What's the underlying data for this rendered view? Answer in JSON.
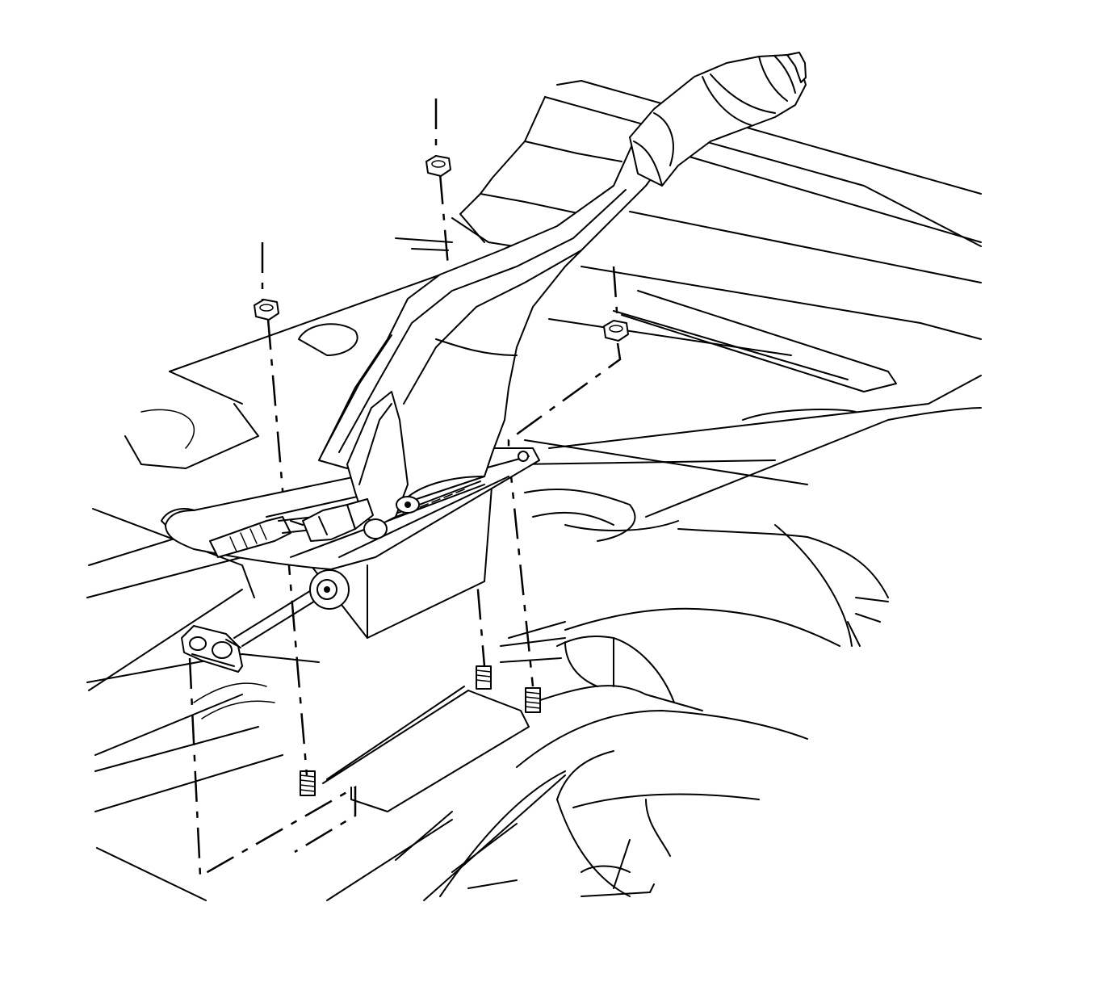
{
  "diagram": {
    "subject": "parking-brake-lever-assembly-exploded-view",
    "line_color": "#000000",
    "background_color": "#ffffff",
    "parts": [
      "floor-pan",
      "parking-brake-lever",
      "lever-handle-grip",
      "lever-mounting-bracket",
      "front-cable",
      "cable-equalizer",
      "electrical-connector",
      "mounting-nut",
      "mounting-stud"
    ]
  }
}
